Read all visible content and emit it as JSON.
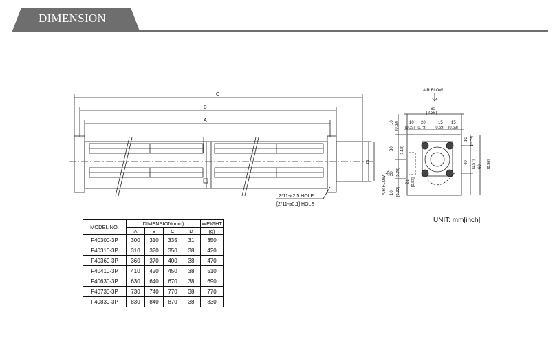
{
  "header": {
    "title": "DIMENSION"
  },
  "drawing": {
    "label_c": "C",
    "label_b": "B",
    "label_a": "A",
    "label_d": "D",
    "hole_line1": "2*11-ø2.5 HOLE",
    "hole_line2": "[2*11-ø0.1] HOLE",
    "air_flow_top": "AIR FLOW",
    "air_flow_side": "AIR FLOW",
    "top_dim": "60",
    "top_dim_in": "[2.36]",
    "seg1": "10",
    "seg2": "20",
    "seg3": "15",
    "seg4": "15",
    "seg1_in": "[0.39]",
    "seg2_in": "[0.79]",
    "seg3_in": "[0.59]",
    "seg4_in": "[0.59]",
    "left_10": "10",
    "left_10_in": "[0.39]",
    "left_30": "30",
    "left_30_in": "[1.18]",
    "left_20": "20",
    "left_20_in": "[0.79]",
    "left_10b": "10",
    "left_10b_in": "[0.39]",
    "left_21": "21",
    "left_21_in": "[0.83]",
    "right_10": "10",
    "right_10_in": "[0.39]",
    "right_40": "40",
    "right_40_in": "[1.57]",
    "right_60": "60",
    "right_60_in": "[2.36]"
  },
  "unit_label": "UNIT: mm[inch]",
  "table": {
    "h_model": "MODEL NO.",
    "h_dimension": "DIMENSION(mm)",
    "h_weight": "WEIGHT",
    "h_weight_unit": "(g)",
    "h_a": "A",
    "h_b": "B",
    "h_c": "C",
    "h_d": "D",
    "rows": [
      {
        "model": "F40300-3P",
        "a": "300",
        "b": "310",
        "c": "335",
        "d": "31",
        "w": "350"
      },
      {
        "model": "F40310-3P",
        "a": "310",
        "b": "320",
        "c": "350",
        "d": "38",
        "w": "420"
      },
      {
        "model": "F40360-3P",
        "a": "360",
        "b": "370",
        "c": "400",
        "d": "38",
        "w": "470"
      },
      {
        "model": "F40410-3P",
        "a": "410",
        "b": "420",
        "c": "450",
        "d": "38",
        "w": "510"
      },
      {
        "model": "F40630-3P",
        "a": "630",
        "b": "640",
        "c": "670",
        "d": "38",
        "w": "690"
      },
      {
        "model": "F40730-3P",
        "a": "730",
        "b": "740",
        "c": "770",
        "d": "38",
        "w": "770"
      },
      {
        "model": "F40830-3P",
        "a": "830",
        "b": "840",
        "c": "870",
        "d": "38",
        "w": "830"
      }
    ]
  }
}
